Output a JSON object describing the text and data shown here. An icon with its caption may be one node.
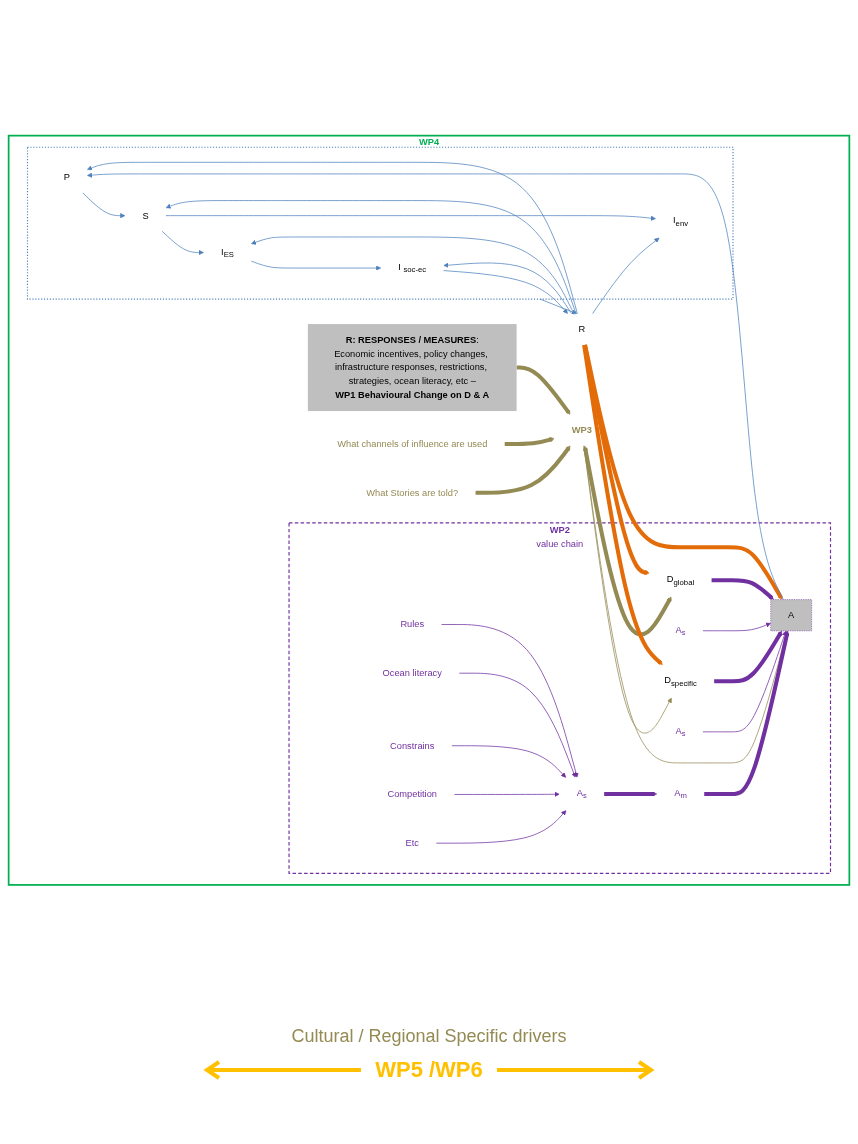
{
  "diagram": {
    "nodes": [
      {
        "text": [
          "WP4"
        ]
      },
      {
        "text": [
          "**R: RESPONSES / MEASURES**:",
          "Economic incentives, policy changes, infrastructure responses, restrictions, strategies, ocean literacy, etc –",
          "**WP1 Behavioural Change on D & A**"
        ],
        "in": 0
      },
      {
        "text": [
          "WP3"
        ],
        "in": 0
      },
      {
        "text": [
          "**WP2**",
          "value chain"
        ],
        "in": 0
      },
      {
        "text": [
          "D$_{specific}$"
        ],
        "in": 3
      },
      {
        "text": [
          "D$_{global}$"
        ],
        "in": 3
      },
      {
        "text": [
          "A"
        ],
        "in": 3
      },
      {
        "text": [
          "A$_{s}$"
        ],
        "in": 3
      },
      {
        "text": [
          "A$_{m}$"
        ],
        "in": 3
      },
      {
        "text": [
          "A$_{s}$"
        ],
        "in": 3
      },
      {
        "text": [
          "Rules"
        ],
        "in": 3
      },
      {
        "text": [
          "Ocean literacy"
        ],
        "in": 3
      },
      {
        "text": [
          "Constrains"
        ],
        "in": 3
      },
      {
        "text": [
          "Competition"
        ],
        "in": 3
      },
      {
        "text": [
          "Etc"
        ],
        "in": 3
      },
      {
        "text": [
          "A$_{s}$"
        ],
        "in": 3
      },
      {
        "text": [
          "R"
        ],
        "in": 0
      },
      {
        "text": [],
        "shape": "box",
        "in": 0
      },
      {
        "text": [
          "P"
        ],
        "in": 17
      },
      {
        "text": [
          "S"
        ],
        "in": 17
      },
      {
        "text": [
          "I$_{ES}$"
        ],
        "in": 17
      },
      {
        "text": [
          "I $_{soc-ec}$"
        ],
        "in": 17
      },
      {
        "text": [
          "I$_{env}$"
        ],
        "in": 17
      },
      {
        "text": [
          "What channels of influence are used"
        ],
        "in": 0
      },
      {
        "text": [
          "What Stories are told?"
        ],
        "in": 0
      }
    ],
    "edges": [
      {
        "from": 1,
        "to": 2,
        "arrow": "to",
        "style": "thick",
        "color": "#948a54"
      },
      {
        "from": 2,
        "to": 4,
        "arrow": "to",
        "color": "#948a54"
      },
      {
        "from": 2,
        "to": 6,
        "arrow": "to",
        "color": "#948a54"
      },
      {
        "from": 2,
        "to": 5,
        "arrow": "both",
        "style": "thick",
        "color": "#948a54"
      },
      {
        "from": 23,
        "to": 2,
        "arrow": "to",
        "style": "thick",
        "color": "#948a54"
      },
      {
        "from": 24,
        "to": 2,
        "arrow": "to",
        "style": "thick",
        "color": "#948a54"
      },
      {
        "from": 4,
        "to": 6,
        "arrow": "to",
        "style": "thick",
        "color": "#7030a0"
      },
      {
        "from": 5,
        "to": 6,
        "arrow": "to",
        "style": "thick",
        "color": "#7030a0"
      },
      {
        "from": 16,
        "to": 4,
        "arrow": "to",
        "style": "thick",
        "color": "#e36c09"
      },
      {
        "from": 16,
        "to": 5,
        "arrow": "to",
        "style": "thick",
        "color": "#e36c09"
      },
      {
        "from": 16,
        "to": 6,
        "arrow": "to",
        "style": "thick",
        "color": "#e36c09"
      },
      {
        "from": 7,
        "to": 6,
        "arrow": "to",
        "color": "#7030a0"
      },
      {
        "from": 8,
        "to": 6,
        "arrow": "to",
        "style": "thick",
        "color": "#7030a0"
      },
      {
        "from": 9,
        "to": 6,
        "arrow": "to",
        "color": "#7030a0"
      },
      {
        "from": 15,
        "to": 8,
        "arrow": "to",
        "style": "thick",
        "color": "#7030a0"
      },
      {
        "from": 10,
        "to": 15,
        "arrow": "to",
        "color": "#7030a0"
      },
      {
        "from": 11,
        "to": 15,
        "arrow": "to",
        "color": "#7030a0"
      },
      {
        "from": 12,
        "to": 15,
        "arrow": "to",
        "color": "#7030a0"
      },
      {
        "from": 13,
        "to": 15,
        "arrow": "to",
        "color": "#7030a0"
      },
      {
        "from": 14,
        "to": 15,
        "arrow": "to",
        "color": "#7030a0"
      },
      {
        "from": 6,
        "to": 18,
        "arrow": "to"
      },
      {
        "from": 18,
        "to": 19,
        "arrow": "to"
      },
      {
        "from": 19,
        "to": 20,
        "arrow": "to"
      },
      {
        "from": 19,
        "to": 22,
        "arrow": "to"
      },
      {
        "from": 20,
        "to": 21,
        "arrow": "to"
      },
      {
        "from": 21,
        "to": 16,
        "arrow": "to"
      },
      {
        "from": 17,
        "to": 16,
        "arrow": "to"
      },
      {
        "from": 16,
        "to": 18,
        "arrow": "to"
      },
      {
        "from": 16,
        "to": 19,
        "arrow": "to"
      },
      {
        "from": 16,
        "to": 20,
        "arrow": "to"
      },
      {
        "from": 16,
        "to": 21,
        "arrow": "to"
      },
      {
        "from": 16,
        "to": 22,
        "arrow": "to"
      }
    ],
    "labels": [
      "Cultural / Regional Specific drivers",
      "WP5 /WP6"
    ]
  }
}
